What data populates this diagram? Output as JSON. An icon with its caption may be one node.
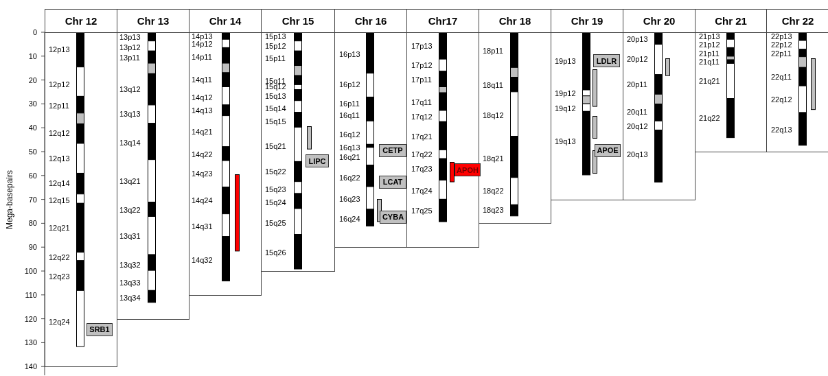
{
  "diagram": {
    "nodes": [
      {
        "text": [
          "Chr 12",
          "12p13",
          "12p12",
          "12p11",
          "12q12",
          "12q13",
          "12q14",
          "12q15",
          "12q21",
          "12q22",
          "12q23",
          "12q24"
        ]
      },
      {
        "text": [
          "SRB1"
        ],
        "in": 0
      },
      {
        "text": [
          "Chr 13",
          "13p13",
          "13p12",
          "13p11",
          "13q12",
          "13q13",
          "13q14",
          "13q21",
          "13q22",
          "13q31",
          "13q32",
          "13q33",
          "13q34"
        ]
      },
      {
        "text": [
          "Chr 14",
          "14p13",
          "14p12",
          "14p11",
          "14q11",
          "14q12",
          "14q13",
          "14q21",
          "14q22",
          "14q23",
          "14q24",
          "14q31",
          "14q32"
        ]
      },
      {
        "text": [
          "Chr 15",
          "15p13",
          "15p12",
          "15p11",
          "15q11",
          "15q12",
          "15q13",
          "15q14",
          "15q15",
          "15q21",
          "15q22",
          "15q23",
          "15q24",
          "15q25",
          "15q26"
        ]
      },
      {
        "text": [
          "LIPC"
        ],
        "in": 4
      },
      {
        "text": [
          "Chr 16",
          "16p13",
          "16p12",
          "16p11",
          "16q11",
          "16q12",
          "16q13",
          "16q21",
          "16q22",
          "16q23",
          "16q24"
        ]
      },
      {
        "text": [
          "CETP"
        ],
        "in": 6
      },
      {
        "text": [
          "LCAT"
        ],
        "in": 6
      },
      {
        "text": [
          "CYBA"
        ],
        "in": 6
      },
      {
        "text": [
          "Chr17",
          "17p13",
          "17p12",
          "17p11",
          "17q11",
          "17q12",
          "17q21",
          "17q22",
          "17q23",
          "17q24",
          "17q25"
        ]
      },
      {
        "text": [
          "APOH"
        ],
        "in": 10
      },
      {
        "text": [
          "Chr 18",
          "18p11",
          "18q11",
          "18q12",
          "18q21",
          "18q22",
          "18q23"
        ]
      },
      {
        "text": [
          "Chr 19",
          "19p13",
          "19p12",
          "19q12",
          "19q13"
        ]
      },
      {
        "text": [
          "LDLR"
        ],
        "in": 13
      },
      {
        "text": [
          "APOE"
        ],
        "in": 13
      },
      {
        "text": [
          "Chr 20",
          "20p13",
          "20p12",
          "20p11",
          "20q11",
          "20q12",
          "20q13"
        ]
      },
      {
        "text": [
          "Chr 21",
          "21p13",
          "21p12",
          "21p11",
          "21q11",
          "21q21",
          "21q22"
        ]
      },
      {
        "text": [
          "Chr 22",
          "22p13",
          "22p12",
          "22p11",
          "22q11",
          "22q12",
          "22q13"
        ]
      }
    ],
    "labels": [
      "Mega-basepairs",
      "0",
      "10",
      "20",
      "30",
      "40",
      "50",
      "60",
      "70",
      "80",
      "90",
      "100",
      "110",
      "120",
      "130",
      "140"
    ]
  }
}
